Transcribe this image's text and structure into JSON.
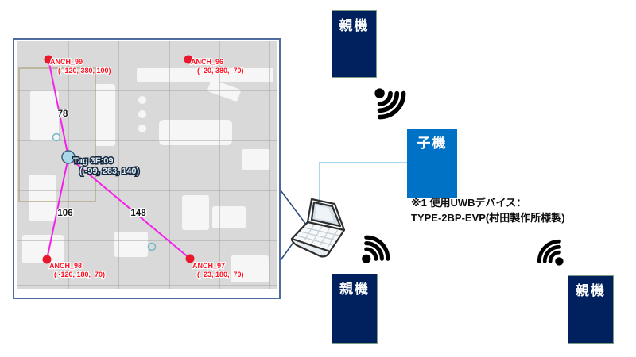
{
  "map": {
    "anchors": [
      {
        "id": "ANCH_99",
        "coords": "( -120, 380, 100)"
      },
      {
        "id": "ANCH_96",
        "coords": "(  20, 380,  70)"
      },
      {
        "id": "ANCH_98",
        "coords": "( -120, 180,  70)"
      },
      {
        "id": "ANCH_97",
        "coords": "(  23, 180,  70)"
      }
    ],
    "tag": {
      "id": "Tag 3F:09",
      "coords": "( -99, 283, 140)"
    },
    "distances": [
      {
        "to": "ANCH_99",
        "value": "78"
      },
      {
        "to": "ANCH_98",
        "value": "106"
      },
      {
        "to": "ANCH_97",
        "value": "148"
      }
    ]
  },
  "devices": {
    "parent_label": "親機",
    "child_label": "子機"
  },
  "note": {
    "line1": "※1 使用UWBデバイス：",
    "line2": "TYPE-2BP-EVP(村田製作所様製)"
  },
  "icons": {
    "signal": "wifi-signal-icon",
    "computer": "laptop-icon",
    "anchor": "anchor-dot-icon",
    "tag": "tag-dot-icon"
  },
  "colors": {
    "parent_box": "#00215E",
    "child_box": "#0072C6",
    "anchor_red": "#E8192C",
    "tag_blue": "#A9D8E8",
    "distance_line": "#F322E8",
    "connector": "#9FD4EF",
    "map_border": "#4E6D9E"
  }
}
